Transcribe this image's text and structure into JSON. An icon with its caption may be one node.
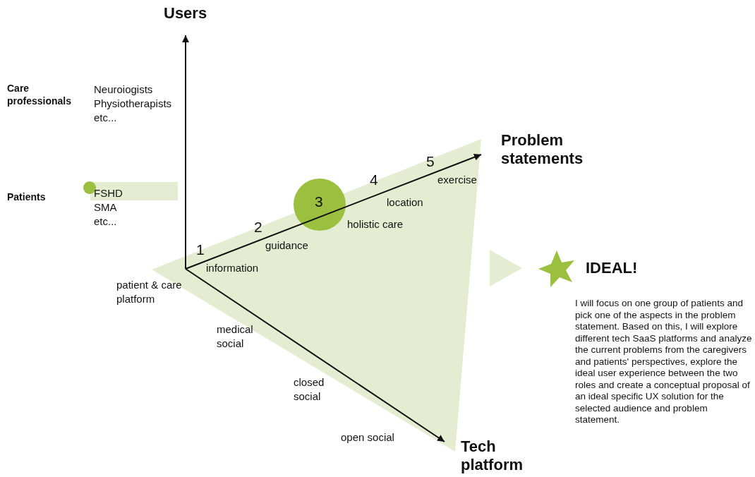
{
  "diagram": {
    "labels": [
      "Users",
      "Care professionals",
      "Neuroiogists Physiotherapists etc...",
      "Problem statements",
      "5",
      "exercise",
      "4",
      "location",
      "3",
      "holistic care",
      "2",
      "guidance",
      "1",
      "information",
      "Patients",
      "FSHD SMA etc...",
      "IDEAL!",
      "patient & care platform",
      "medical social",
      "I will focus on one group of patients and pick one of the aspects in the problem statement. Based on this, I will explore different tech SaaS platforms and analyze the current problems from the caregivers and patients' perspectives, explore the ideal user experience between the two roles and create a conceptual proposal of an ideal specific UX solution for the selected audience and problem statement.",
      "closed social",
      "open social",
      "Tech platform"
    ]
  }
}
